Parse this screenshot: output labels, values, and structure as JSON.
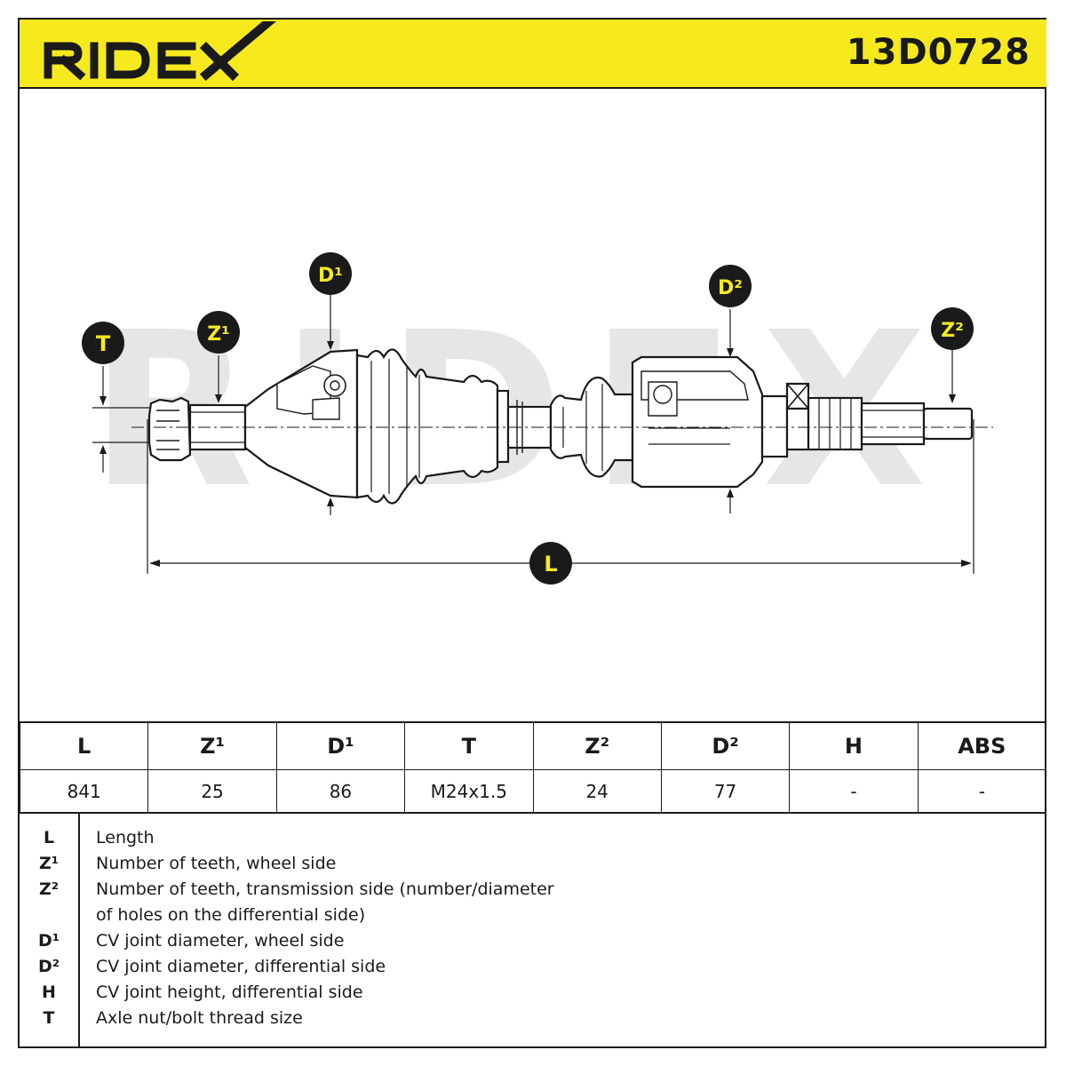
{
  "brand": "RIDEX",
  "part_number": "13D0728",
  "diagram": {
    "watermark": "RIDEX",
    "callouts": {
      "T": "T",
      "Z1": "Z¹",
      "D1": "D¹",
      "D2": "D²",
      "Z2": "Z²",
      "L": "L"
    }
  },
  "spec_table": {
    "headers": [
      "L",
      "Z¹",
      "D¹",
      "T",
      "Z²",
      "D²",
      "H",
      "ABS"
    ],
    "values": [
      "841",
      "25",
      "86",
      "M24x1.5",
      "24",
      "77",
      "-",
      "-"
    ]
  },
  "legend": [
    {
      "code": "L",
      "text": "Length"
    },
    {
      "code": "Z¹",
      "text": "Number of teeth, wheel side"
    },
    {
      "code": "Z²",
      "text": "Number of teeth, transmission side (number/diameter"
    },
    {
      "code": "",
      "text": "of holes on the differential side)"
    },
    {
      "code": "D¹",
      "text": "CV joint diameter, wheel side"
    },
    {
      "code": "D²",
      "text": "CV joint diameter, differential side"
    },
    {
      "code": "H",
      "text": "CV joint height, differential side"
    },
    {
      "code": "T",
      "text": "Axle nut/bolt thread size"
    }
  ],
  "colors": {
    "accent": "#f6ea1f",
    "ink": "#1a1a1a",
    "watermark": "#e3e3e3"
  }
}
